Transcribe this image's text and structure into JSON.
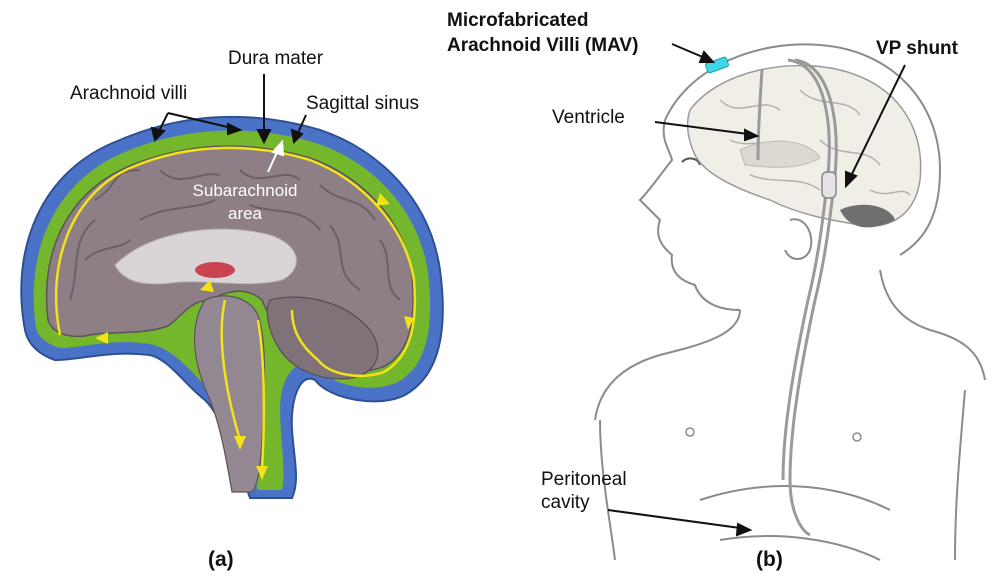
{
  "panel_a": {
    "labels": {
      "arachnoid_villi": "Arachnoid villi",
      "dura_mater": "Dura mater",
      "sagittal_sinus": "Sagittal sinus",
      "subarachnoid_line1": "Subarachnoid",
      "subarachnoid_line2": "area"
    },
    "caption": "(a)"
  },
  "panel_b": {
    "labels": {
      "mav_line1": "Microfabricated",
      "mav_line2": "Arachnoid Villi (MAV)",
      "vp_shunt": "VP shunt",
      "ventricle": "Ventricle",
      "peritoneal_line1": "Peritoneal",
      "peritoneal_line2": "cavity"
    },
    "caption": "(b)"
  },
  "colors": {
    "dura_blue": "#4a73c8",
    "csf_green": "#74b72d",
    "flow_yellow": "#f2e21a",
    "brain_tissue": "#8e7f86",
    "mav_cyan": "#3fd6e6"
  }
}
